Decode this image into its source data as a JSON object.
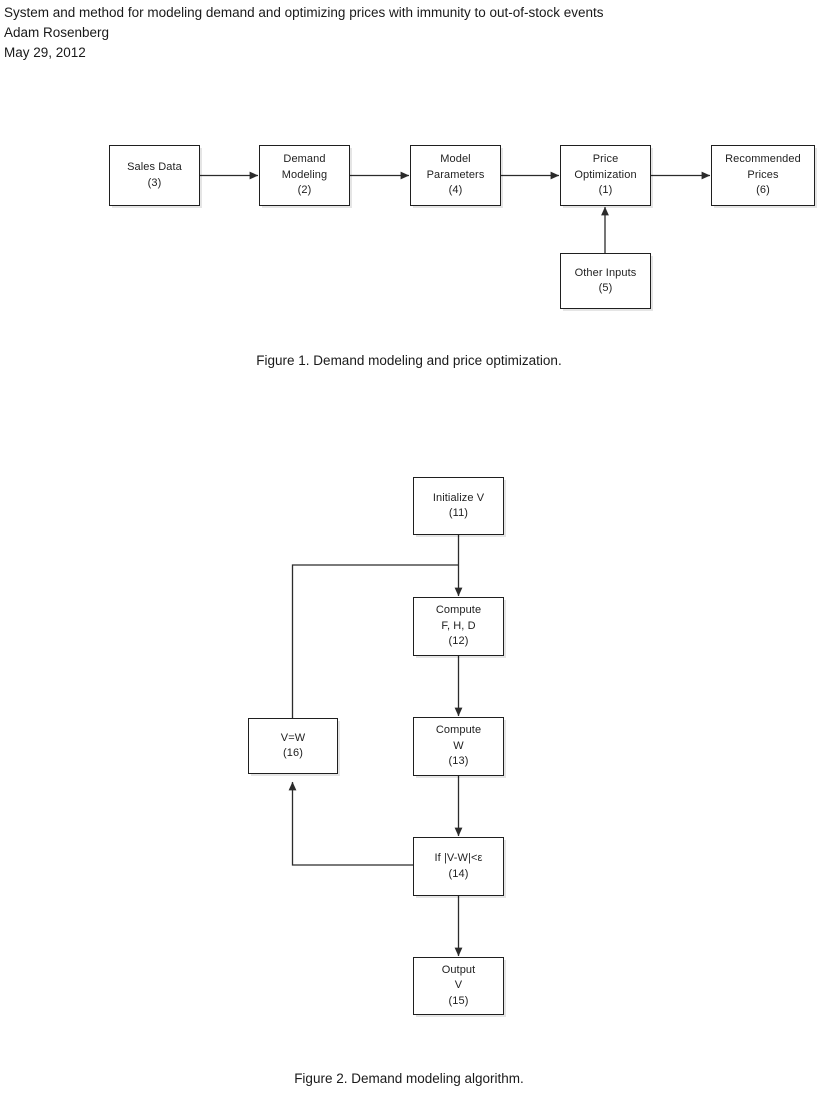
{
  "document": {
    "title": "System and method for modeling demand and optimizing prices with immunity to out-of-stock events",
    "author": "Adam Rosenberg",
    "date": "May 29, 2012"
  },
  "figure1": {
    "caption": "Figure 1. Demand modeling and price optimization.",
    "nodes": [
      {
        "id": "sales-data",
        "line1": "Sales Data",
        "line2": "(3)"
      },
      {
        "id": "demand-modeling",
        "line1": "Demand",
        "line2": "Modeling",
        "line3": "(2)"
      },
      {
        "id": "model-parameters",
        "line1": "Model",
        "line2": "Parameters",
        "line3": "(4)"
      },
      {
        "id": "price-optimization",
        "line1": "Price",
        "line2": "Optimization",
        "line3": "(1)"
      },
      {
        "id": "recommended-prices",
        "line1": "Recommended",
        "line2": "Prices",
        "line3": "(6)"
      },
      {
        "id": "other-inputs",
        "line1": "Other Inputs",
        "line2": "(5)"
      }
    ]
  },
  "figure2": {
    "caption": "Figure 2. Demand modeling algorithm.",
    "nodes": [
      {
        "id": "initialize-v",
        "line1": "Initialize V",
        "line2": "(11)"
      },
      {
        "id": "compute-fhd",
        "line1": "Compute",
        "line2": "F, H, D",
        "line3": "(12)"
      },
      {
        "id": "compute-w",
        "line1": "Compute",
        "line2": "W",
        "line3": "(13)"
      },
      {
        "id": "converge-test",
        "line1": "If |V-W|<ε",
        "line2": "(14)"
      },
      {
        "id": "assign-v-w",
        "line1": "V=W",
        "line2": "(16)"
      },
      {
        "id": "output-v",
        "line1": "Output",
        "line2": "V",
        "line3": "(15)"
      }
    ]
  },
  "colors": {
    "stroke": "#1f1f1f",
    "text": "#1a1a1a",
    "background": "#ffffff",
    "shadow": "rgba(0,0,0,0.10)"
  }
}
